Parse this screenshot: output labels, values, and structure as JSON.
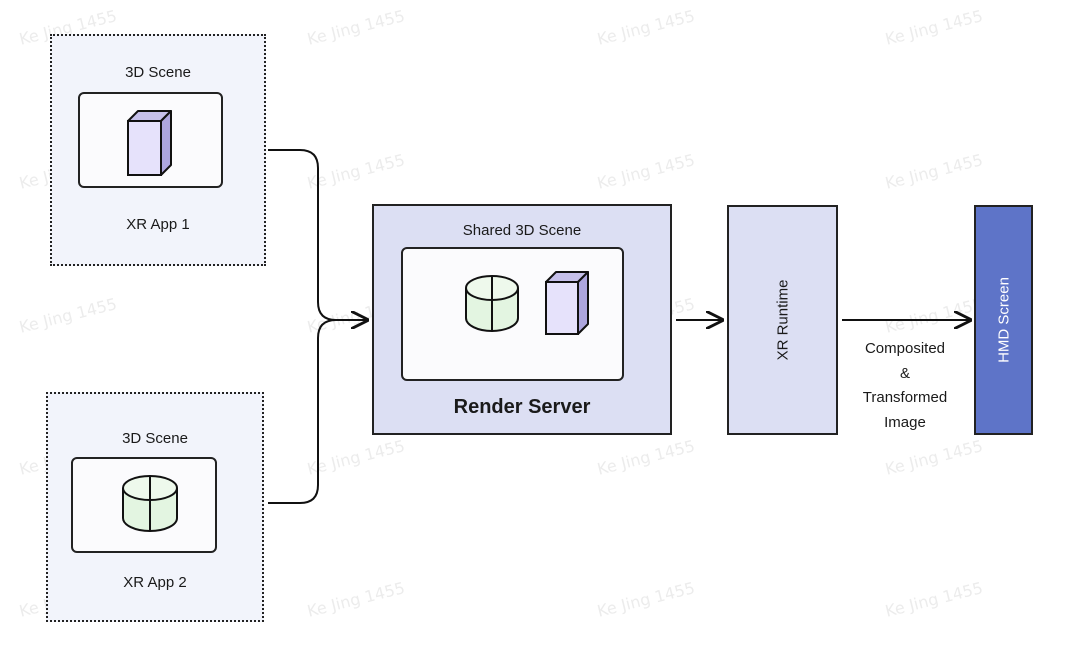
{
  "watermark": "Ke Jing 1455",
  "app1": {
    "scene_label": "3D Scene",
    "name": "XR App 1"
  },
  "app2": {
    "scene_label": "3D Scene",
    "name": "XR App 2"
  },
  "server": {
    "scene_label": "Shared 3D Scene",
    "title": "Render Server"
  },
  "runtime": {
    "label": "XR Runtime"
  },
  "output": {
    "line1": "Composited",
    "line2": "&",
    "line3": "Transformed",
    "line4": "Image"
  },
  "hmd": {
    "label": "HMD Screen"
  },
  "colors": {
    "cube_fill": "#e6e2fb",
    "cylinder_fill": "#e3f5e1",
    "server_fill": "#dcdff3",
    "hmd_fill": "#5e74c8",
    "app_fill": "#f2f4fb"
  }
}
